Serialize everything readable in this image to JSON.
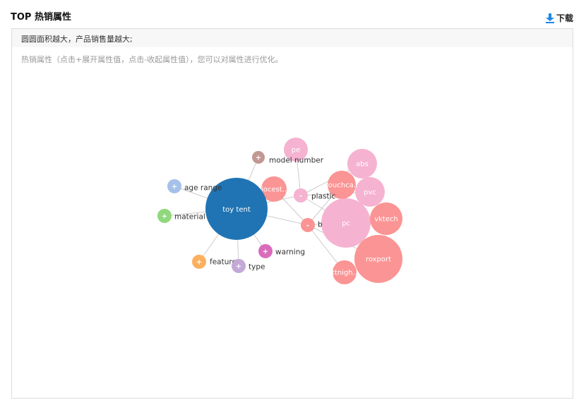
{
  "header": {
    "title": "TOP 热销属性",
    "download_label": "下载"
  },
  "panel": {
    "notice": "圆圆面积越大，产品销售量越大;",
    "hint": "热销属性（点击+展开属性值，点击-收起属性值），您可以对属性进行优化。"
  },
  "colors": {
    "root": "#2074b3",
    "pink": "#f5b3d1",
    "salmon": "#fb9494",
    "brown": "#c39793",
    "light_blue": "#a5c1e9",
    "green": "#8fd87c",
    "orange": "#fcb05e",
    "purple": "#c3a9d6",
    "magenta": "#d96cba",
    "link": "#cccccc"
  },
  "graph": {
    "root": {
      "label": "toy tent"
    },
    "attributes": [
      {
        "key": "model_number",
        "label": "model number",
        "sign": "+",
        "color": "brown"
      },
      {
        "key": "age_range",
        "label": "age range",
        "sign": "+",
        "color": "light_blue"
      },
      {
        "key": "material",
        "label": "material",
        "sign": "+",
        "color": "green"
      },
      {
        "key": "features",
        "label": "features",
        "sign": "+",
        "color": "orange"
      },
      {
        "key": "type",
        "label": "type",
        "sign": "+",
        "color": "purple"
      },
      {
        "key": "warning",
        "label": "warning",
        "sign": "+",
        "color": "magenta"
      },
      {
        "key": "plastic",
        "label": "plastic",
        "sign": "-",
        "color": "pink"
      },
      {
        "key": "brand",
        "label": "b",
        "sign": "-",
        "color": "salmon"
      }
    ],
    "values": [
      {
        "label": "pe",
        "parent": "plastic",
        "color": "pink"
      },
      {
        "label": "abs",
        "parent": "plastic",
        "color": "pink"
      },
      {
        "label": "pvc",
        "parent": "plastic",
        "color": "pink"
      },
      {
        "label": "pc",
        "parent": "plastic",
        "color": "pink"
      },
      {
        "label": "jocest..",
        "parent": "brand",
        "color": "salmon"
      },
      {
        "label": "touchca..",
        "parent": "brand",
        "color": "salmon"
      },
      {
        "label": "vktech",
        "parent": "brand",
        "color": "salmon"
      },
      {
        "label": "roxport",
        "parent": "brand",
        "color": "salmon"
      },
      {
        "label": "ttnigh..",
        "parent": "brand",
        "color": "salmon"
      }
    ]
  }
}
